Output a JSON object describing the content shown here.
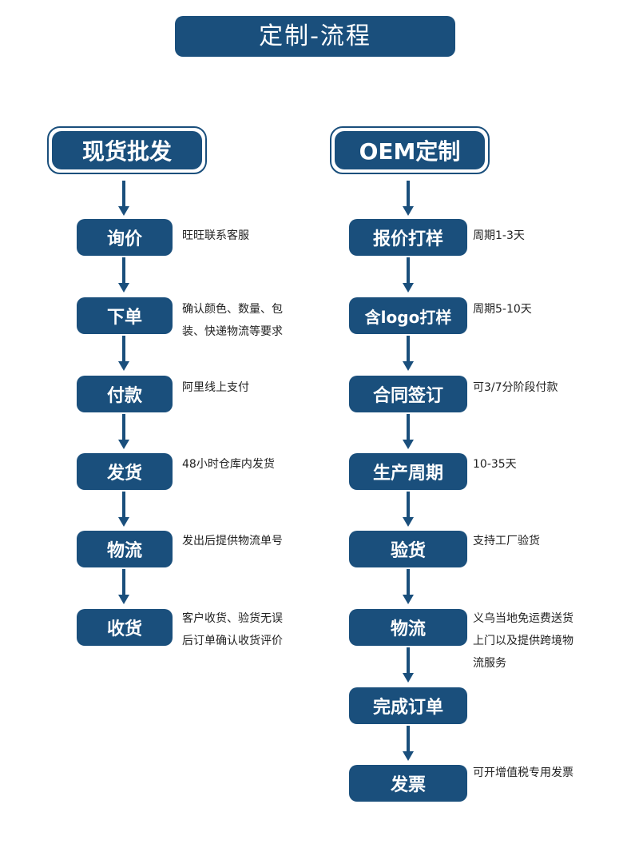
{
  "title": "定制-流程",
  "left_column": {
    "header": "现货批发",
    "steps": [
      {
        "label": "询价",
        "note": [
          "旺旺联系客服"
        ]
      },
      {
        "label": "下单",
        "note": [
          "确认颜色、数量、包",
          "装、快递物流等要求"
        ]
      },
      {
        "label": "付款",
        "note": [
          "阿里线上支付"
        ]
      },
      {
        "label": "发货",
        "note": [
          "48小时仓库内发货"
        ]
      },
      {
        "label": "物流",
        "note": [
          "发出后提供物流单号"
        ]
      },
      {
        "label": "收货",
        "note": [
          "客户收货、验货无误",
          "后订单确认收货评价"
        ]
      }
    ]
  },
  "right_column": {
    "header": "OEM定制",
    "steps": [
      {
        "label": "报价打样",
        "note": [
          "周期1-3天"
        ]
      },
      {
        "label": "含logo打样",
        "note": [
          "周期5-10天"
        ]
      },
      {
        "label": "合同签订",
        "note": [
          "可3/7分阶段付款"
        ]
      },
      {
        "label": "生产周期",
        "note": [
          "10-35天"
        ]
      },
      {
        "label": "验货",
        "note": [
          "支持工厂验货"
        ]
      },
      {
        "label": "物流",
        "note": [
          "义乌当地免运费送货",
          "上门以及提供跨境物",
          "流服务"
        ]
      },
      {
        "label": "完成订单",
        "note": []
      },
      {
        "label": "发票",
        "note": [
          "可开增值税专用发票"
        ]
      }
    ]
  },
  "colors": {
    "primary": "#1a4f7c",
    "background": "#ffffff",
    "text": "#222222"
  }
}
